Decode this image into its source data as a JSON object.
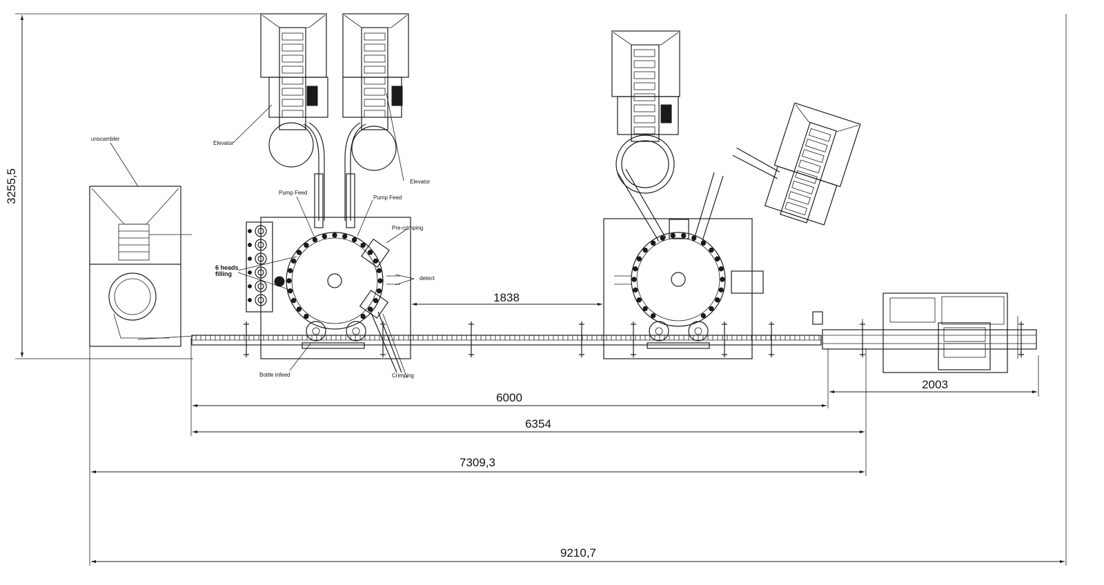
{
  "dimensions": {
    "height": "3255,5",
    "d1838": "1838",
    "d2003": "2003",
    "d6000": "6000",
    "d6354": "6354",
    "d7309": "7309,3",
    "d9210": "9210,7"
  },
  "labels": {
    "unscambler": "unscambler",
    "elevator_left": "Elevator",
    "elevator_right": "Elevator",
    "pump_feed_left": "Pump Feed",
    "pump_feed_right": "Pump Feed",
    "pre_crimping": "Pre-crimping",
    "heads_line1": "6  heads",
    "heads_line2": "filling",
    "detect": "detect",
    "bottle_infeed": "Bottle infeed",
    "crimping": "Crimping"
  }
}
